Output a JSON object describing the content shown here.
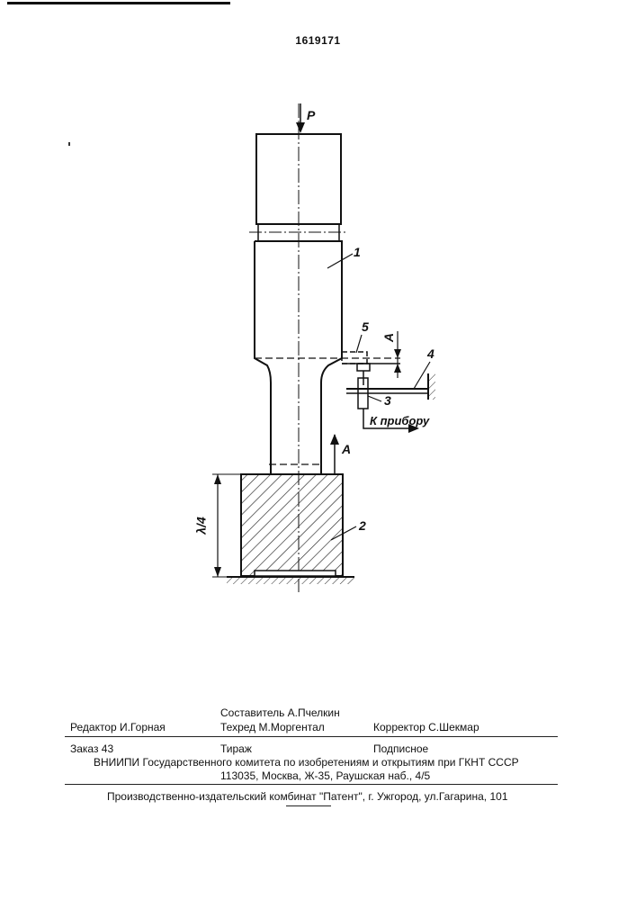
{
  "patent": {
    "number": "1619171"
  },
  "drawing": {
    "labels": {
      "force": "P",
      "part1": "1",
      "part2": "2",
      "part3": "3",
      "part4": "4",
      "part5": "5",
      "sectionA_top": "A",
      "sectionA_bottom": "A",
      "wavelength": "λ/4",
      "to_device": "К прибору"
    }
  },
  "footer": {
    "composer": "Составитель  А.Пчелкин",
    "editor": "Редактор И.Горная",
    "techred": "Техред М.Моргентал",
    "corrector": "Корректор С.Шекмар",
    "order": "Заказ  43",
    "print_run": "Тираж",
    "subscription": "Подписное",
    "institute": "ВНИИПИ Государственного комитета по изобретениям и открытиям при ГКНТ СССР",
    "address": "113035, Москва, Ж-35, Раушская наб., 4/5",
    "publisher": "Производственно-издательский комбинат \"Патент\", г. Ужгород, ул.Гагарина, 101"
  }
}
